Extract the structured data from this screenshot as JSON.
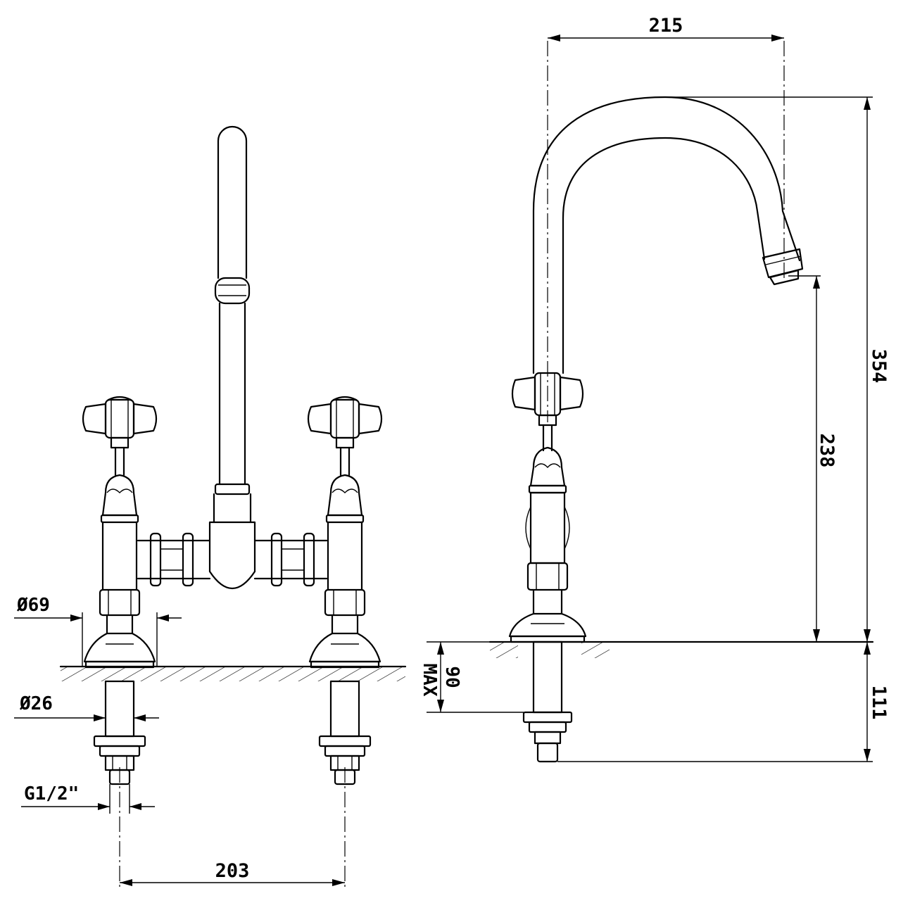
{
  "dimensions": {
    "spout_reach": "215",
    "total_height": "354",
    "outlet_height": "238",
    "max_deck_thickness": "90",
    "max_label": "MAX",
    "below_deck": "111",
    "base_diameter": "Ø69",
    "shank_diameter": "Ø26",
    "connection_thread": "G1/2\"",
    "tap_centres": "203"
  },
  "colors": {
    "line": "#000000",
    "background": "#ffffff"
  }
}
